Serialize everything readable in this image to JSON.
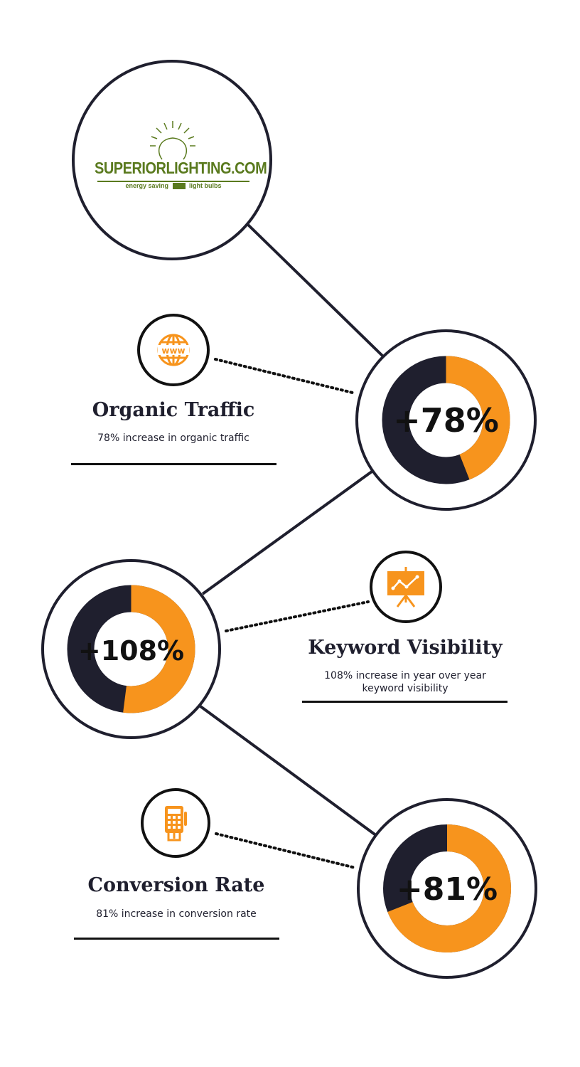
{
  "logo": {
    "brand": "SUPERIORLIGHTING.COM",
    "tagline_left": "energy saving",
    "tagline_right": "light bulbs",
    "brand_color": "#5a7a1e"
  },
  "colors": {
    "accent": "#f7941d",
    "dark": "#1f1f2e"
  },
  "metrics": [
    {
      "label": "+78%",
      "value": 0.44,
      "title": "Organic Traffic",
      "description": "78% increase in organic traffic",
      "icon": "www-globe-icon"
    },
    {
      "label": "+108%",
      "value": 0.52,
      "title": "Keyword Visibility",
      "description": "108% increase in year over year keyword visibility",
      "icon": "presentation-chart-icon"
    },
    {
      "label": "+81%",
      "value": 0.69,
      "title": "Conversion Rate",
      "description": "81% increase in conversion rate",
      "icon": "calculator-icon"
    }
  ]
}
